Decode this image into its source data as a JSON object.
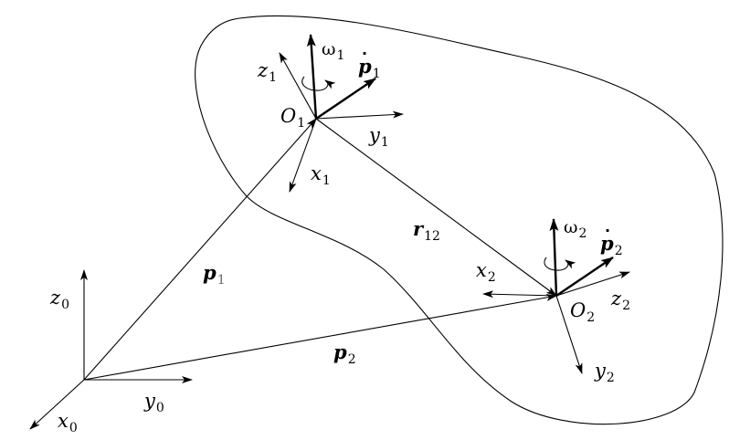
{
  "body": {
    "name": "rigid-body-outline"
  },
  "base_frame": {
    "z_label": "z",
    "z_sub": "0",
    "y_label": "y",
    "y_sub": "0",
    "x_label": "x",
    "x_sub": "0"
  },
  "frame1": {
    "origin_label": "O",
    "origin_sub": "1",
    "x_label": "x",
    "x_sub": "1",
    "y_label": "y",
    "y_sub": "1",
    "z_label": "z",
    "z_sub": "1",
    "omega_label": "ω",
    "omega_sub": "1",
    "pdot_label": "p",
    "pdot_sub": "1",
    "pdot_dot": "·"
  },
  "frame2": {
    "origin_label": "O",
    "origin_sub": "2",
    "x_label": "x",
    "x_sub": "2",
    "y_label": "y",
    "y_sub": "2",
    "z_label": "z",
    "z_sub": "2",
    "omega_label": "ω",
    "omega_sub": "2",
    "pdot_label": "p",
    "pdot_sub": "2",
    "pdot_dot": "·"
  },
  "vectors": {
    "p1_label": "p",
    "p1_sub": "1",
    "p2_label": "p",
    "p2_sub": "2",
    "r12_label": "r",
    "r12_sub": "12"
  }
}
